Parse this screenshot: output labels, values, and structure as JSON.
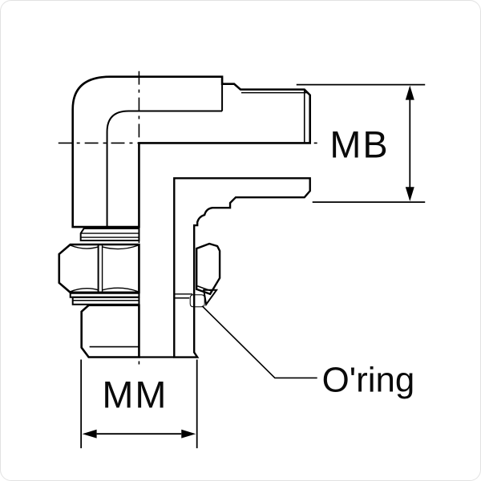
{
  "drawing": {
    "labels": {
      "mb": "MB",
      "mm": "MM",
      "oring": "O'ring"
    },
    "colors": {
      "body_fill": "#c9c9c9",
      "line": "#000000",
      "oring_fill": "#000000",
      "background": "#ffffff"
    }
  }
}
